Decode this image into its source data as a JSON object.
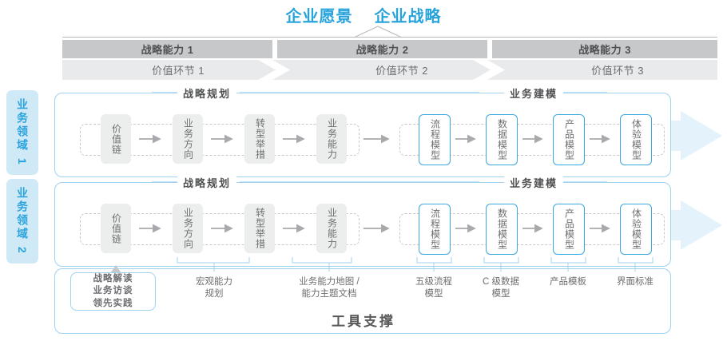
{
  "header": {
    "vision": "企业愿景",
    "strategy": "企业战略"
  },
  "capabilities": [
    {
      "label": "战略能力 1"
    },
    {
      "label": "战略能力 2"
    },
    {
      "label": "战略能力 3"
    }
  ],
  "value_chain": [
    {
      "label": "价值环节 1"
    },
    {
      "label": "价值环节 2"
    },
    {
      "label": "价值环节 3"
    }
  ],
  "domains": [
    {
      "label": "业务领域 1"
    },
    {
      "label": "业务领域 2"
    }
  ],
  "sections": {
    "planning": "战略规划",
    "modeling": "业务建模"
  },
  "flow": {
    "planning_boxes": [
      {
        "label": "价值链"
      },
      {
        "label": "业务方向"
      },
      {
        "label": "转型举措"
      },
      {
        "label": "业务能力"
      }
    ],
    "modeling_boxes": [
      {
        "label": "流程模型"
      },
      {
        "label": "数据模型"
      },
      {
        "label": "产品模型"
      },
      {
        "label": "体验模型"
      }
    ]
  },
  "tools": {
    "highlight_box": "战略解读\n业务访谈\n领先实践",
    "highlight_lines": [
      "战略解读",
      "业务访谈",
      "领先实践"
    ],
    "labels": [
      {
        "lines": [
          "宏观能力",
          "规划"
        ]
      },
      {
        "lines": [
          "业务能力地图 /",
          "能力主题文档"
        ]
      },
      {
        "lines": [
          "五级流程",
          "模型"
        ]
      },
      {
        "lines": [
          "C 级数据",
          "模型"
        ]
      },
      {
        "lines": [
          "产品模板"
        ]
      },
      {
        "lines": [
          "界面标准"
        ]
      }
    ],
    "footer": "工具支撑"
  },
  "colors": {
    "accent_blue": "#29a3dc",
    "light_blue": "#cfe9f7",
    "border_blue": "#9ed2ef",
    "box_blue_border": "#3aa9e0",
    "gray_dark": "#c7c8ca",
    "gray_light": "#e9eaeb",
    "box_gray": "#eceded",
    "text_gray": "#6d6e71",
    "arrow_gray": "#a7a9ac"
  }
}
